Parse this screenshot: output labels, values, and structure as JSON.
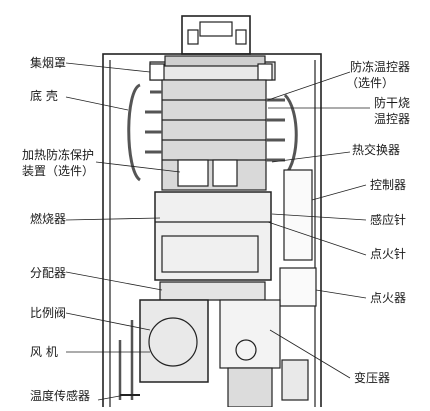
{
  "left_labels": [
    {
      "id": "collector-hood",
      "text": "集烟罩"
    },
    {
      "id": "base-shell",
      "text": "底  壳"
    },
    {
      "id": "antifreeze-heater",
      "text": "加热防冻保护"
    },
    {
      "id": "antifreeze-heater-2",
      "text": "装置（选件）"
    },
    {
      "id": "burner",
      "text": "燃烧器"
    },
    {
      "id": "distributor",
      "text": "分配器"
    },
    {
      "id": "proportional-valve",
      "text": "比例阀"
    },
    {
      "id": "fan",
      "text": "风  机"
    },
    {
      "id": "temp-sensor",
      "text": "温度传感器"
    }
  ],
  "right_labels": [
    {
      "id": "antifreeze-thermostat",
      "text": "防冻温控器"
    },
    {
      "id": "antifreeze-thermostat-2",
      "text": "（选件）"
    },
    {
      "id": "dry-burn-thermostat",
      "text": "防干烧"
    },
    {
      "id": "dry-burn-thermostat-2",
      "text": "温控器"
    },
    {
      "id": "heat-exchanger",
      "text": "热交换器"
    },
    {
      "id": "controller",
      "text": "控制器"
    },
    {
      "id": "sensing-needle",
      "text": "感应针"
    },
    {
      "id": "ignition-needle",
      "text": "点火针"
    },
    {
      "id": "igniter",
      "text": "点火器"
    },
    {
      "id": "transformer",
      "text": "变压器"
    }
  ],
  "nameplate": {
    "line1": "",
    "line2": ""
  }
}
